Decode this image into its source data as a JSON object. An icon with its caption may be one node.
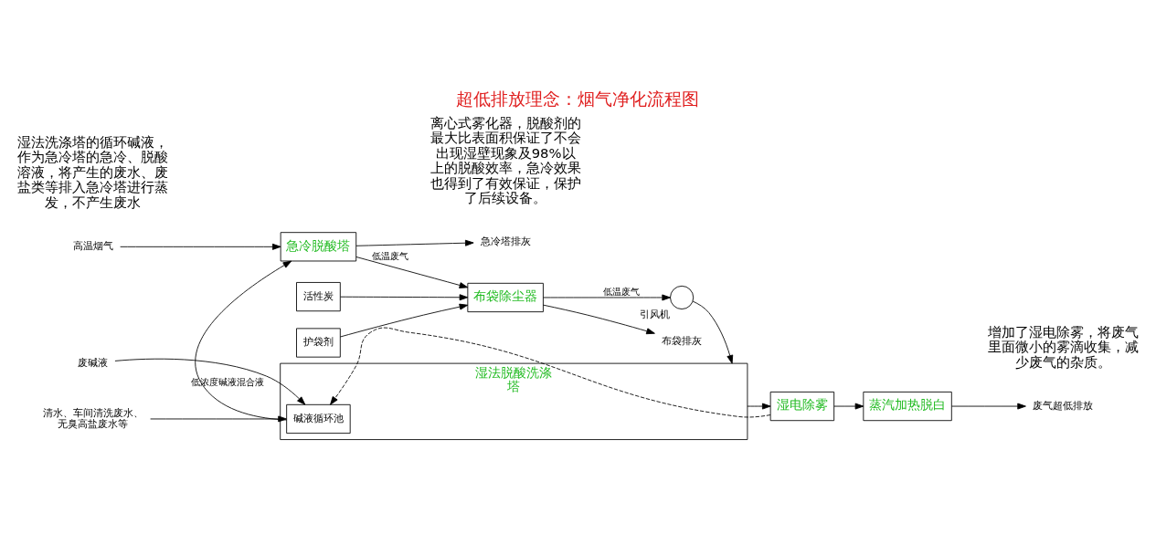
{
  "diagram": {
    "title": "超低排放理念：烟气净化流程图",
    "nodes": [
      {
        "text": [
          "高温烟气"
        ]
      },
      {
        "text": [
          "急冷脱酸塔"
        ]
      },
      {
        "text": [
          "活性炭"
        ]
      },
      {
        "text": [
          "护袋剂"
        ]
      },
      {
        "text": [
          "布袋除尘器"
        ]
      },
      {
        "text": [],
        "shape": "circle",
        "beside": [
          "引风机"
        ]
      },
      {
        "text": [
          "湿法脱酸洗涤塔"
        ]
      },
      {
        "text": [
          "碱液循环池"
        ],
        "in": 6
      },
      {
        "text": [
          "湿电除雾"
        ]
      },
      {
        "text": [
          "蒸汽加热脱白"
        ]
      },
      {
        "text": [
          "废气超低排放"
        ]
      },
      {
        "text": [
          "清水、车间清洗废水、无臭高盐废水等"
        ]
      },
      {
        "text": [
          "废碱液"
        ]
      },
      {
        "text": [
          "急冷塔排灰"
        ]
      },
      {
        "text": [
          "布袋排灰"
        ]
      }
    ],
    "edges": [
      {
        "from": 0,
        "to": 1,
        "arrow": "to"
      },
      {
        "from": 1,
        "to": 4,
        "arrow": "to",
        "label": "低温废气"
      },
      {
        "from": 2,
        "to": 4,
        "arrow": "to"
      },
      {
        "from": 3,
        "to": 4,
        "arrow": "to"
      },
      {
        "from": 4,
        "to": 5,
        "arrow": "to",
        "label": "低温废气"
      },
      {
        "from": 5,
        "to": 6,
        "arrow": "to"
      },
      {
        "from": 6,
        "to": 8,
        "arrow": "to"
      },
      {
        "from": 8,
        "to": 9,
        "arrow": "to"
      },
      {
        "from": 9,
        "to": 10,
        "arrow": "to"
      },
      {
        "from": 11,
        "to": 7,
        "arrow": "to"
      },
      {
        "from": 12,
        "to": 7,
        "arrow": "to"
      },
      {
        "from": 1,
        "to": 13,
        "arrow": "to"
      },
      {
        "from": 4,
        "to": 14,
        "arrow": "to"
      },
      {
        "from": 7,
        "to": 1,
        "arrow": "to",
        "label": "低浓度碱液混合液"
      },
      {
        "from": 8,
        "to": 7,
        "arrow": "to",
        "style": "dashed"
      }
    ],
    "labels": [
      "增加了湿电除雾，将废气里面微小的雾滴收集，减少废气的杂质。",
      "离心式雾化器，脱酸剂的最大比表面积保证了不会出现湿壁现象及98%以上的脱酸效率，急冷效果也得到了有效保证，保护了后续设备。",
      "湿法洗涤塔的循环碱液，作为急冷塔的急冷、脱酸溶液，将产生的废水、废盐类等排入急冷塔进行蒸发，不产生废水"
    ]
  }
}
